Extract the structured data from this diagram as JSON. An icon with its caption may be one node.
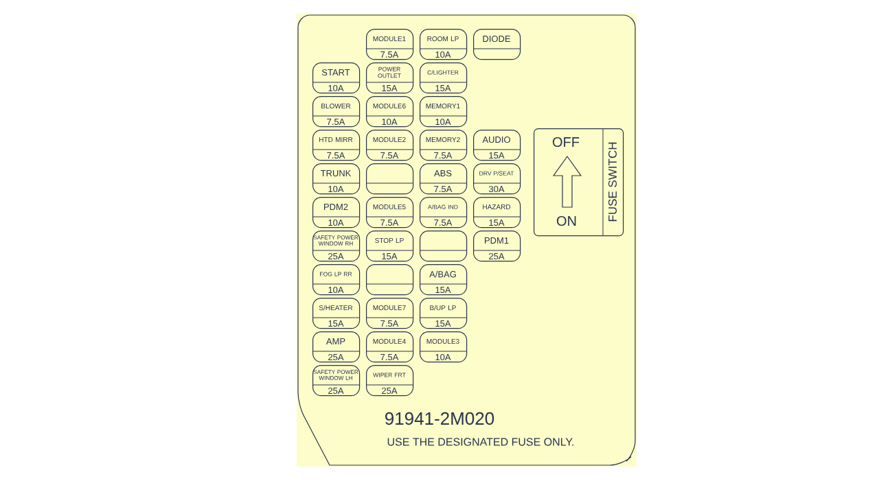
{
  "diagram": {
    "nodes": [
      {
        "text": [
          "MODULE1",
          "7.5A"
        ]
      },
      {
        "text": [
          "ROOM LP",
          "10A"
        ]
      },
      {
        "text": [
          "DIODE"
        ]
      },
      {
        "text": [
          "START",
          "10A"
        ]
      },
      {
        "text": [
          "POWER OUTLET",
          "15A"
        ]
      },
      {
        "text": [
          "C/LIGHTER",
          "15A"
        ]
      },
      {
        "text": [
          "BLOWER",
          "7.5A"
        ]
      },
      {
        "text": [
          "MODULE6",
          "10A"
        ]
      },
      {
        "text": [
          "MEMORY1",
          "10A"
        ]
      },
      {
        "text": [
          "HTD MIRR",
          "7.5A"
        ]
      },
      {
        "text": [
          "MODULE2",
          "7.5A"
        ]
      },
      {
        "text": [
          "MEMORY2",
          "7.5A"
        ]
      },
      {
        "text": [
          "AUDIO",
          "15A"
        ]
      },
      {
        "text": [
          "TRUNK",
          "10A"
        ]
      },
      {
        "text": [],
        "shape": "box"
      },
      {
        "text": [
          "ABS",
          "7.5A"
        ]
      },
      {
        "text": [
          "DRV P/SEAT",
          "30A"
        ]
      },
      {
        "text": [
          "PDM2",
          "10A"
        ]
      },
      {
        "text": [
          "MODULE5",
          "7.5A"
        ]
      },
      {
        "text": [
          "A/BAG IND",
          "7.5A"
        ]
      },
      {
        "text": [
          "HAZARD",
          "15A"
        ]
      },
      {
        "text": [
          "SAFETY POWER WINDOW RH",
          "25A"
        ]
      },
      {
        "text": [
          "STOP LP",
          "15A"
        ]
      },
      {
        "text": [],
        "shape": "box"
      },
      {
        "text": [
          "PDM1",
          "25A"
        ]
      },
      {
        "text": [
          "FOG LP RR",
          "10A"
        ]
      },
      {
        "text": [],
        "shape": "box"
      },
      {
        "text": [
          "A/BAG",
          "15A"
        ]
      },
      {
        "text": [
          "S/HEATER",
          "15A"
        ]
      },
      {
        "text": [
          "MODULE7",
          "7.5A"
        ]
      },
      {
        "text": [
          "B/UP LP",
          "15A"
        ]
      },
      {
        "text": [
          "AMP",
          "25A"
        ]
      },
      {
        "text": [
          "MODULE4",
          "7.5A"
        ]
      },
      {
        "text": [
          "MODULE3",
          "10A"
        ]
      },
      {
        "text": [
          "SAFETY POWER WINDOW LH",
          "25A"
        ]
      },
      {
        "text": [
          "WIPER FRT",
          "25A"
        ]
      },
      {
        "text": [
          "OFF",
          "ON",
          "FUSE SWITCH"
        ]
      }
    ],
    "labels": [
      "91941-2M020",
      "USE THE DESIGNATED FUSE ONLY."
    ]
  }
}
